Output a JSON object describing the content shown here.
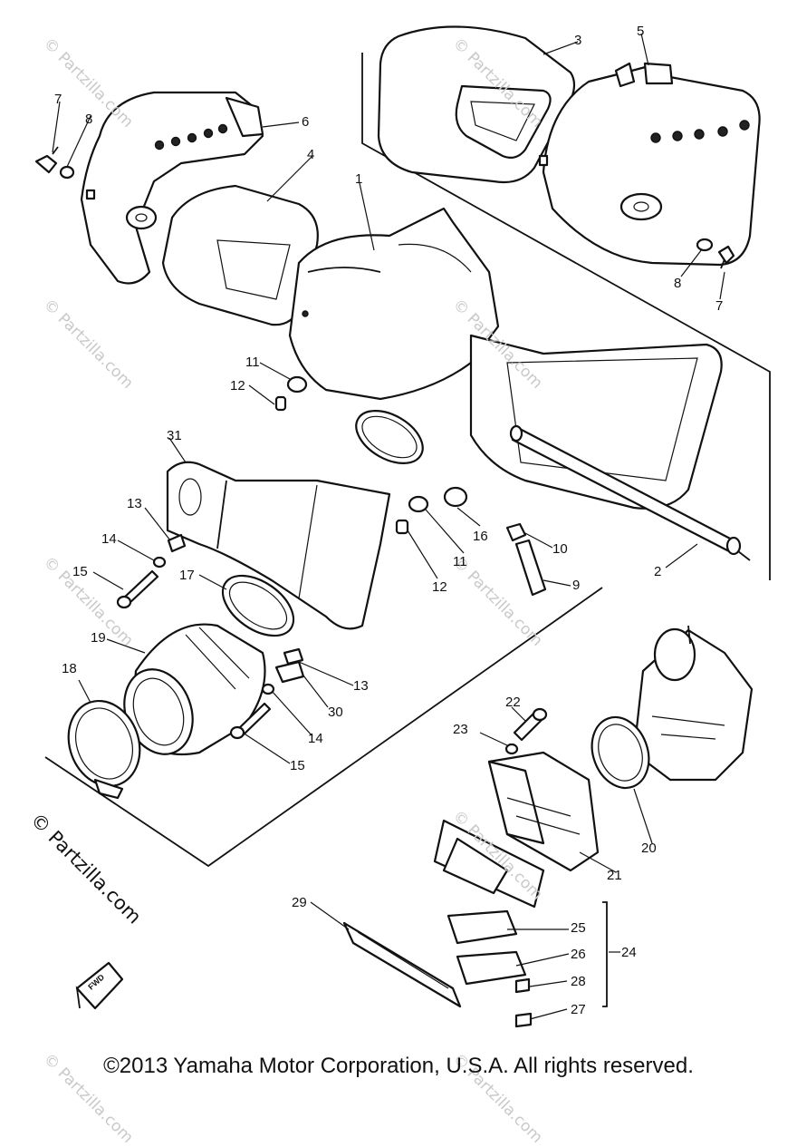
{
  "diagram": {
    "callouts": [
      {
        "id": "c1",
        "text": "1"
      },
      {
        "id": "c2",
        "text": "2"
      },
      {
        "id": "c3",
        "text": "3"
      },
      {
        "id": "c4",
        "text": "4"
      },
      {
        "id": "c5",
        "text": "5"
      },
      {
        "id": "c6",
        "text": "6"
      },
      {
        "id": "c7a",
        "text": "7"
      },
      {
        "id": "c7b",
        "text": "7"
      },
      {
        "id": "c8a",
        "text": "8"
      },
      {
        "id": "c8b",
        "text": "8"
      },
      {
        "id": "c9",
        "text": "9"
      },
      {
        "id": "c10",
        "text": "10"
      },
      {
        "id": "c11a",
        "text": "11"
      },
      {
        "id": "c11b",
        "text": "11"
      },
      {
        "id": "c12a",
        "text": "12"
      },
      {
        "id": "c12b",
        "text": "12"
      },
      {
        "id": "c13a",
        "text": "13"
      },
      {
        "id": "c13b",
        "text": "13"
      },
      {
        "id": "c14a",
        "text": "14"
      },
      {
        "id": "c14b",
        "text": "14"
      },
      {
        "id": "c15a",
        "text": "15"
      },
      {
        "id": "c15b",
        "text": "15"
      },
      {
        "id": "c16",
        "text": "16"
      },
      {
        "id": "c17",
        "text": "17"
      },
      {
        "id": "c18",
        "text": "18"
      },
      {
        "id": "c19",
        "text": "19"
      },
      {
        "id": "c20",
        "text": "20"
      },
      {
        "id": "c21",
        "text": "21"
      },
      {
        "id": "c22",
        "text": "22"
      },
      {
        "id": "c23",
        "text": "23"
      },
      {
        "id": "c24",
        "text": "24"
      },
      {
        "id": "c25",
        "text": "25"
      },
      {
        "id": "c26",
        "text": "26"
      },
      {
        "id": "c27",
        "text": "27"
      },
      {
        "id": "c28",
        "text": "28"
      },
      {
        "id": "c29",
        "text": "29"
      },
      {
        "id": "c30",
        "text": "30"
      },
      {
        "id": "c31",
        "text": "31"
      }
    ],
    "fwd_label": "FWD"
  },
  "watermark": {
    "faint": "© Partzilla.com",
    "main": "© Partzilla.com"
  },
  "copyright": "©2013  Yamaha Motor Corporation, U.S.A. All rights reserved."
}
